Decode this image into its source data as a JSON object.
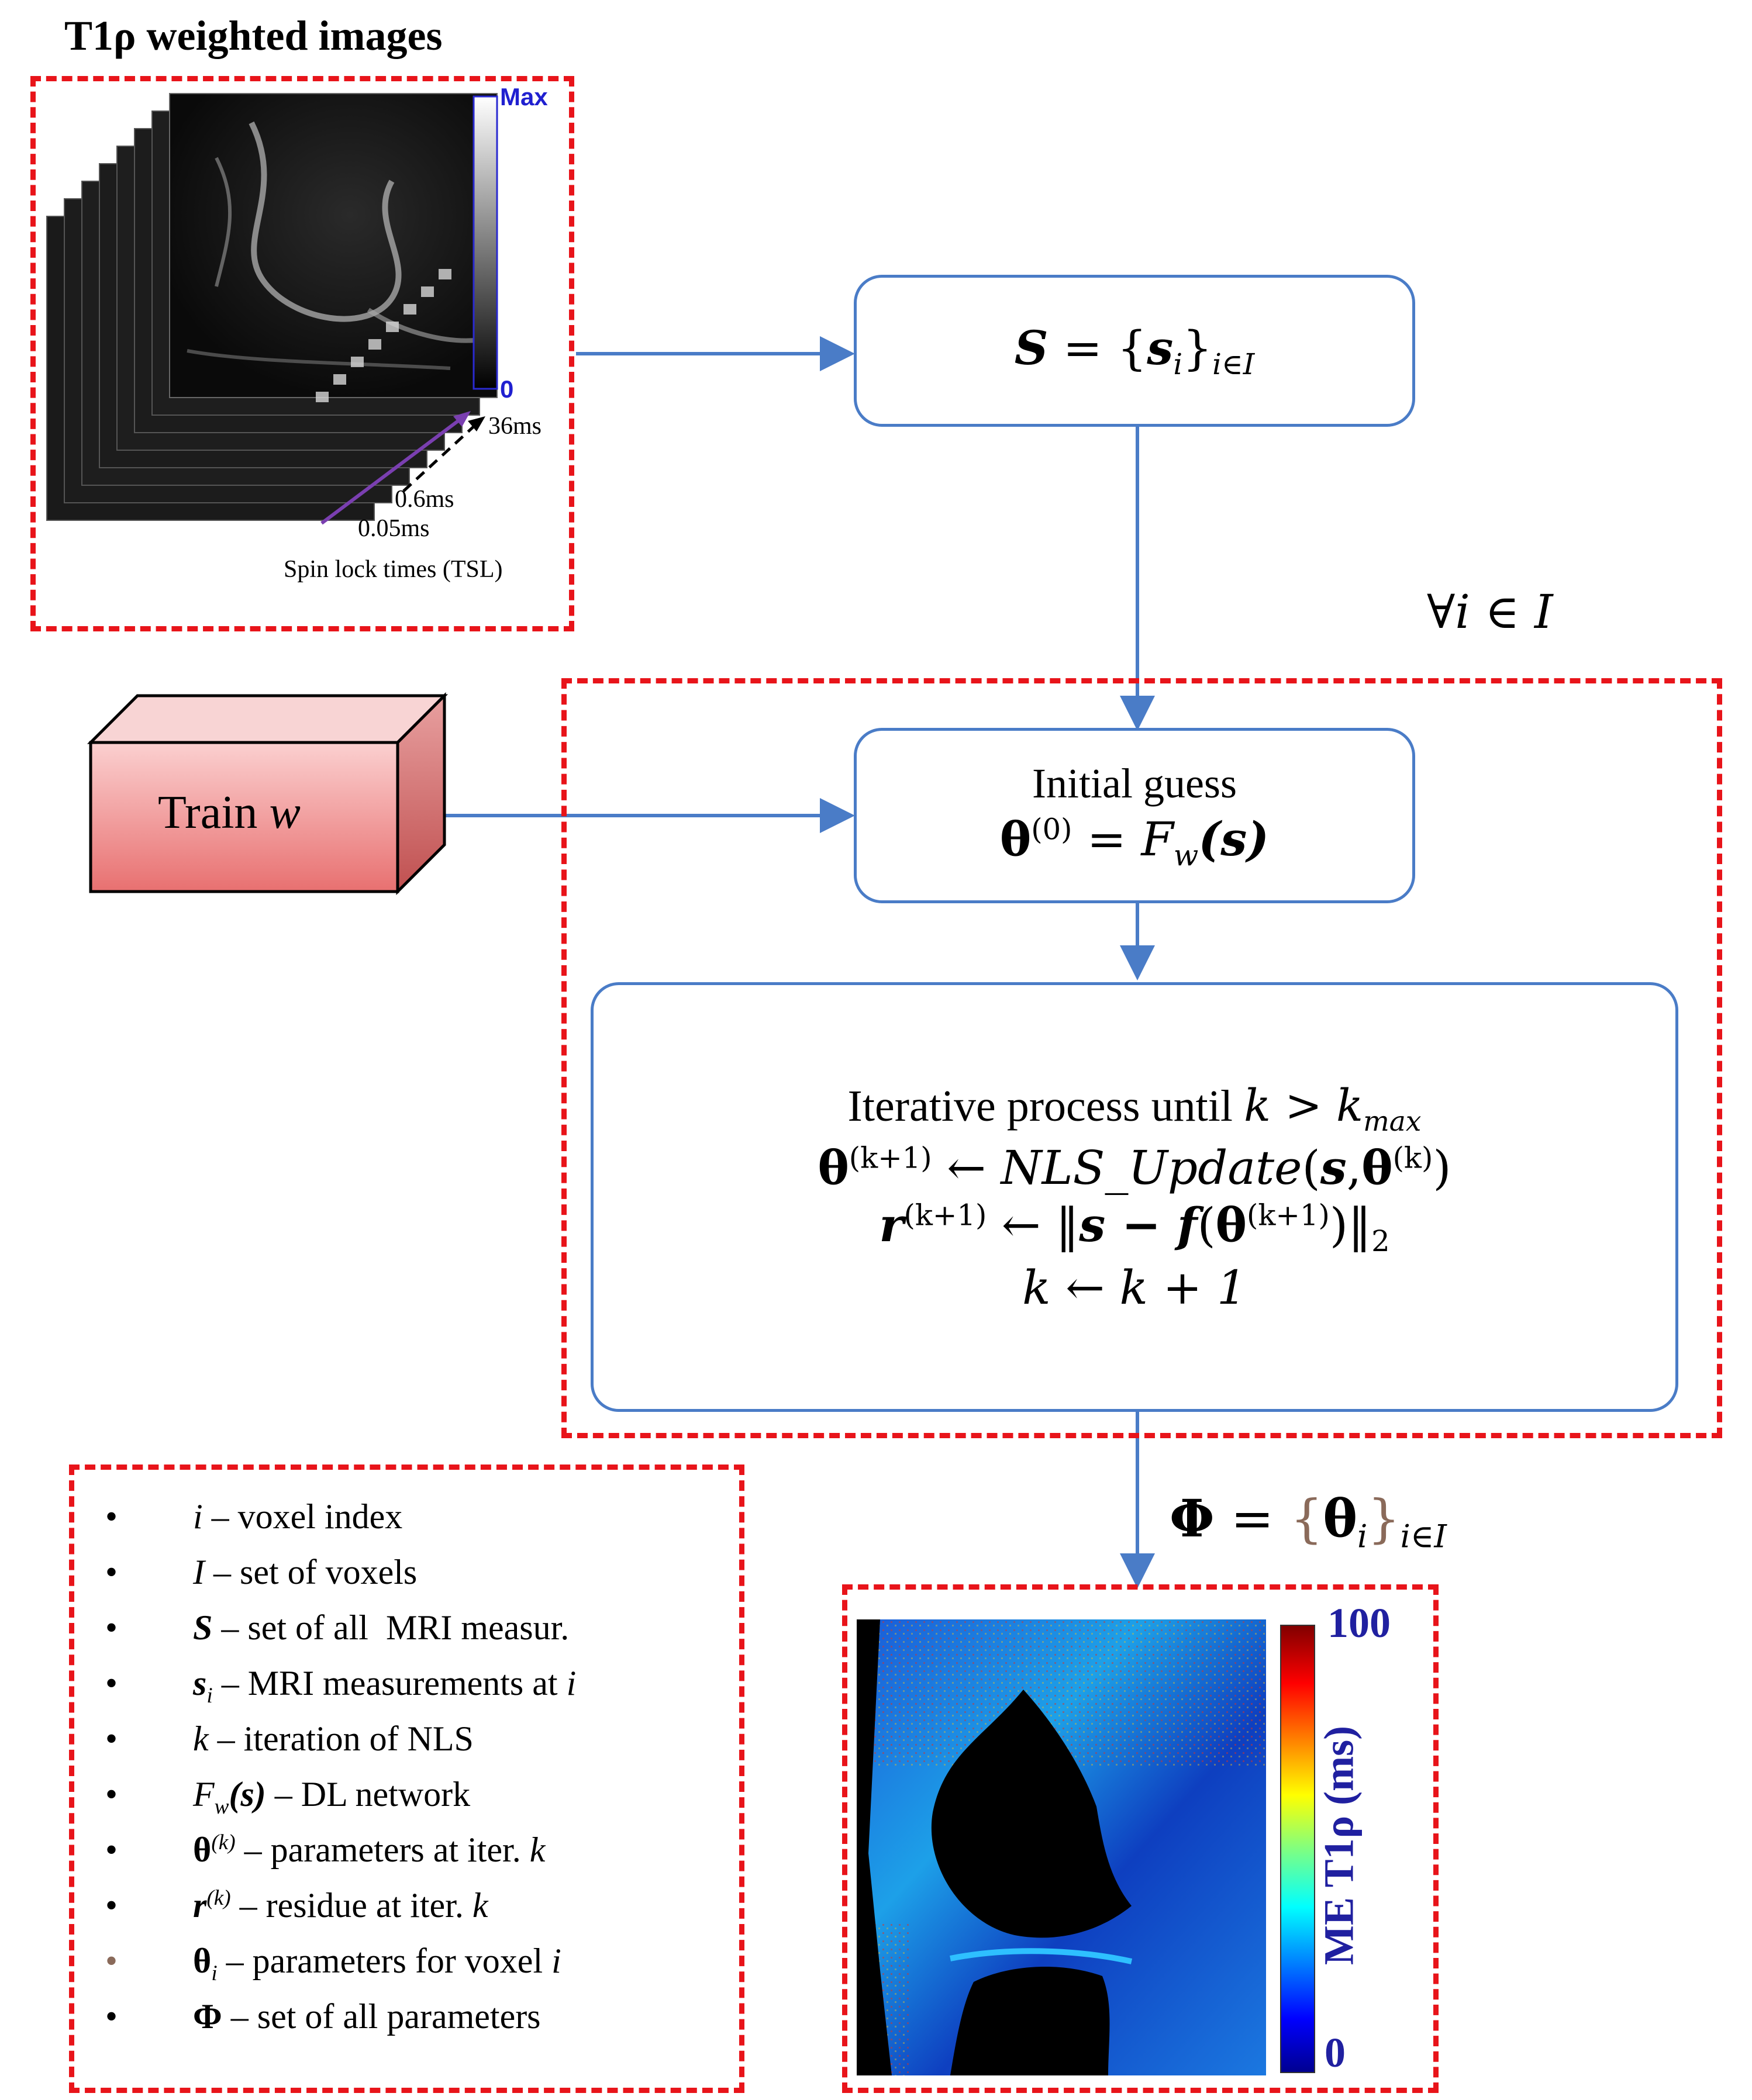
{
  "mri_panel": {
    "title": "T1ρ weighted images",
    "colorbar_max": "Max",
    "colorbar_min": "0",
    "tsl_36": "36ms",
    "tsl_06": "0.6ms",
    "tsl_005": "0.05ms",
    "tsl_caption": "Spin lock times (TSL)"
  },
  "s_box": {
    "lhs": "S",
    "eq": "=",
    "rhs_open": "{",
    "rhs_var": "s",
    "rhs_sub": "i",
    "rhs_close": "}",
    "rhs_index": "i∈I"
  },
  "forall": "∀i ∈ I",
  "train": {
    "label": "Train",
    "var": "w"
  },
  "init_box": {
    "line1": "Initial guess",
    "theta": "θ",
    "sup": "(0)",
    "eq": " = ",
    "F": "F",
    "F_sub": "w",
    "arg": "(s)"
  },
  "iter_box": {
    "line1_text": "Iterative process until ",
    "line1_k": "k",
    "line1_gt": " > ",
    "line1_kmax": "k",
    "line1_kmax_sub": "max",
    "line2_theta": "θ",
    "line2_sup": "(k+1)",
    "line2_arrow": " ← ",
    "line2_fn": "NLS_Update",
    "line2_args_open": "(",
    "line2_s": "s",
    "line2_comma": ",",
    "line2_theta2": "θ",
    "line2_sup2": "(k)",
    "line2_close": ")",
    "line3_r": "r",
    "line3_sup": "(k+1)",
    "line3_arrow": " ← ",
    "line3_norm_open": "‖",
    "line3_s": "s",
    "line3_minus": " − ",
    "line3_f": "f",
    "line3_paren_open": "(",
    "line3_theta": "θ",
    "line3_theta_sup": "(k+1)",
    "line3_paren_close": ")",
    "line3_norm_close": "‖",
    "line3_sub": "2",
    "line4": "k ← k + 1"
  },
  "phi_label": {
    "phi": "Φ",
    "eq": " = ",
    "open": "{",
    "theta": "θ",
    "sub": "i",
    "close": "}",
    "index": "i∈I"
  },
  "t1rho_map": {
    "colorbar_max": "100",
    "colorbar_min": "0",
    "colorbar_label": "ME T1ρ (ms)"
  },
  "legend": [
    {
      "sym": "i",
      "desc": " – voxel index"
    },
    {
      "sym": "I",
      "desc": " – set of voxels"
    },
    {
      "sym": "S",
      "desc": " – set of all  MRI measur."
    },
    {
      "sym": "s",
      "sym_sub": "i",
      "desc": " – MRI measurements at ",
      "tail": "i"
    },
    {
      "sym": "k",
      "desc": " – iteration of NLS"
    },
    {
      "sym": "F",
      "sym_sub": "w",
      "sym_tail": "(s)",
      "desc": " – DL network"
    },
    {
      "sym": "θ",
      "sym_sup": "(k)",
      "desc": " – parameters at iter. ",
      "tail": "k"
    },
    {
      "sym": "r",
      "sym_sup": "(k)",
      "desc": " – residue at iter. ",
      "tail": "k"
    },
    {
      "sym": "θ",
      "sym_sub": "i",
      "desc": " – parameters for voxel ",
      "tail": "i"
    },
    {
      "sym": "Φ",
      "desc": " – set of all parameters"
    }
  ],
  "legend_bullet": "•",
  "colors": {
    "dash_red": "#e8141a",
    "box_blue": "#4a7cc7",
    "arrow_blue": "#4a7cc7",
    "train_fill_top": "#f7b8b8",
    "train_fill_bottom": "#e06060"
  }
}
